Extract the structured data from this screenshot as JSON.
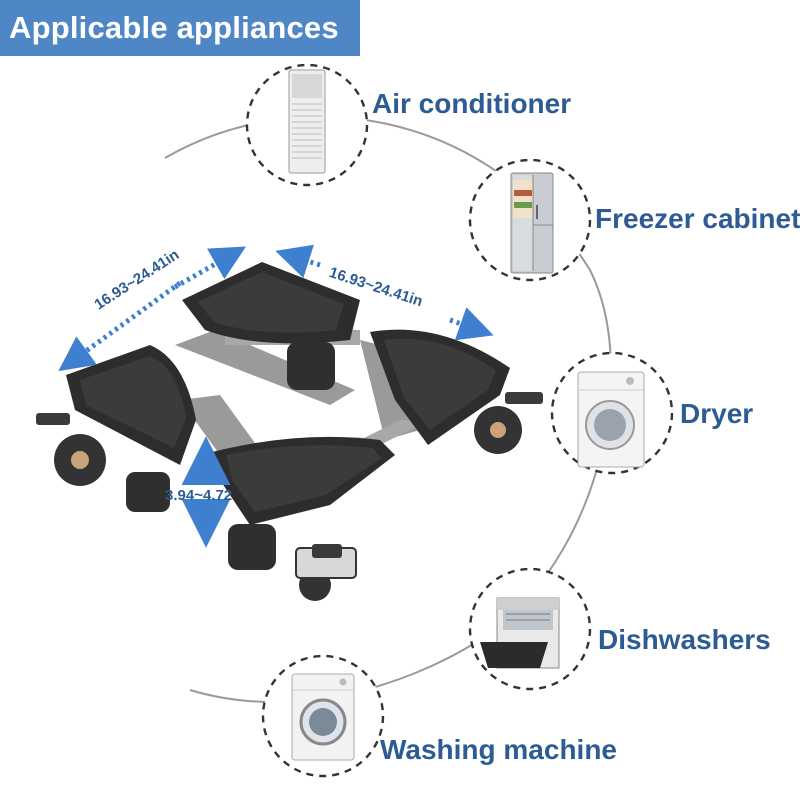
{
  "header": {
    "title": "Applicable appliances"
  },
  "appliances": [
    {
      "label": "Air conditioner",
      "icon": "air-conditioner-icon"
    },
    {
      "label": "Freezer cabinet",
      "icon": "refrigerator-icon"
    },
    {
      "label": "Dryer",
      "icon": "dryer-icon"
    },
    {
      "label": "Dishwashers",
      "icon": "dishwasher-icon"
    },
    {
      "label": "Washing machine",
      "icon": "washing-machine-icon"
    }
  ],
  "dimensions": {
    "width_left": "16.93~24.41in",
    "width_right": "16.93~24.41in",
    "height": "3.94~4.72"
  },
  "colors": {
    "accent": "#4f86c6",
    "text": "#2d5b93",
    "arrow": "#3f7fd0"
  }
}
